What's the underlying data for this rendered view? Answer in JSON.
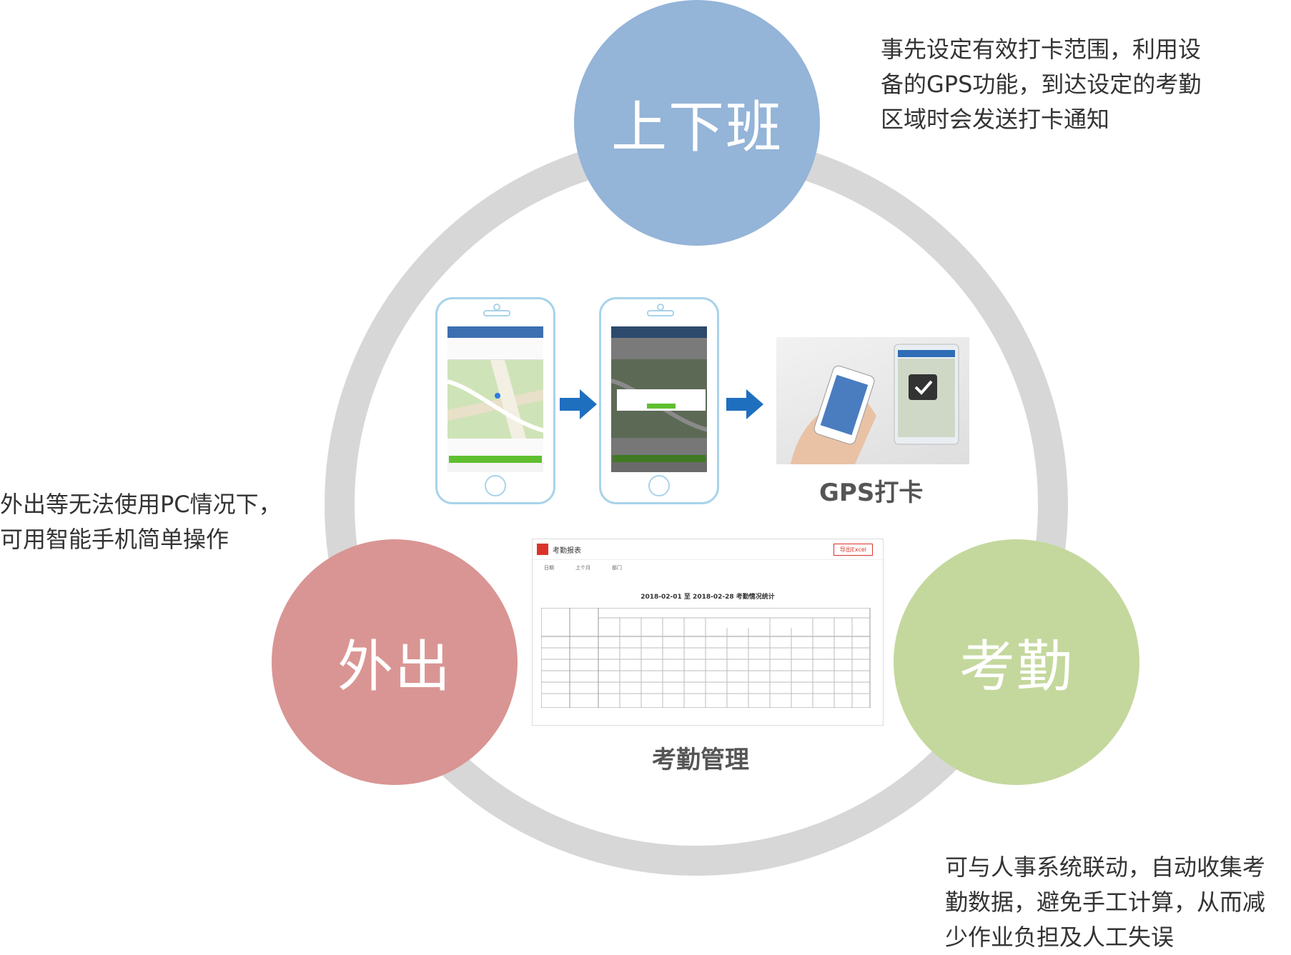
{
  "nodes": {
    "top": {
      "label": "上下班",
      "color": "#94b4d8"
    },
    "left": {
      "label": "外出",
      "color": "#d99593"
    },
    "right": {
      "label": "考勤",
      "color": "#c4d89d"
    }
  },
  "descriptions": {
    "top": [
      "事先设定有效打卡范围，利用设",
      "备的GPS功能，到达设定的考勤",
      "区域时会发送打卡通知"
    ],
    "left": [
      "外出等无法使用PC情况下，",
      "可用智能手机简单操作"
    ],
    "right": [
      "可与人事系统联动，自动收集考",
      "勤数据，避免手工计算，从而减",
      "少作业负担及人工失误"
    ]
  },
  "captions": {
    "gps": "GPS打卡",
    "attendance": "考勤管理"
  },
  "report": {
    "title": "考勤报表",
    "heading": "2018-02-01 至 2018-02-28 考勤情况统计",
    "export_button": "导出Excel",
    "filters": {
      "date": "日期",
      "department": "部门",
      "period": "上个月"
    }
  },
  "colors": {
    "ring": "#d7d7d7",
    "arrow": "#1f6fbf",
    "phone_outline": "#a8d3ea",
    "confirm_green": "#5fbf2f"
  }
}
